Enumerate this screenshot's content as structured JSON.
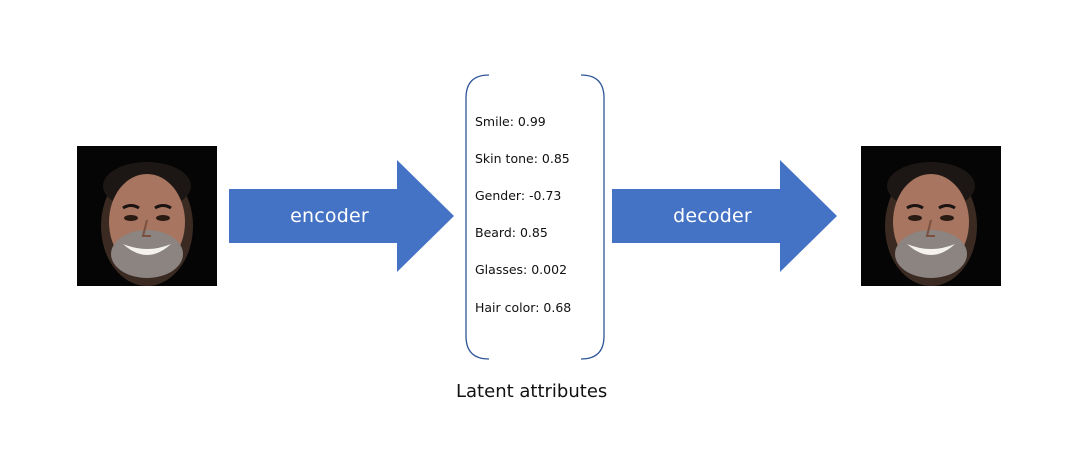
{
  "arrows": {
    "encoder_label": "encoder",
    "decoder_label": "decoder",
    "color": "#4472C4"
  },
  "latent": {
    "attributes": [
      "Smile: 0.99",
      "Skin tone: 0.85",
      "Gender: -0.73",
      "Beard: 0.85",
      "Glasses: 0.002",
      "Hair color: 0.68"
    ],
    "caption": "Latent attributes",
    "bracket_color": "#2F5597"
  }
}
